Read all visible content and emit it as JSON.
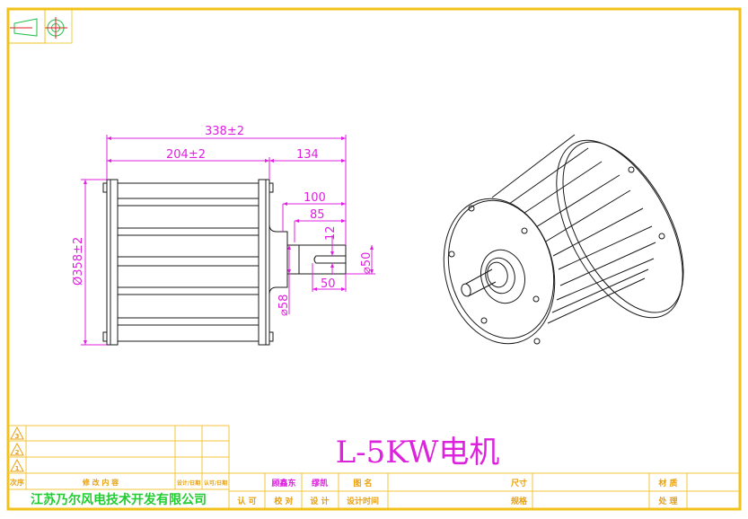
{
  "colors": {
    "frame": "#f2c21a",
    "grid": "#f0c53a",
    "dimension": "#e020e0",
    "outline": "#1a1a1a",
    "symbol_green": "#22c04a",
    "symbol_red": "#e02020",
    "company_green": "#22cc33",
    "label_orange": "#e8a010",
    "signature_magenta": "#dd22dd"
  },
  "projection_symbol": {
    "name": "first-angle-projection-symbol"
  },
  "drawing_title": "L-5KW电机",
  "side_view": {
    "dimensions": {
      "overall_length": "338±2",
      "body_length": "204±2",
      "shaft_extension": "134",
      "shaft_100": "100",
      "shaft_85": "85",
      "key_width": "12",
      "shaft_diameter": "⌀50",
      "key_length": "50",
      "hub_diameter": "⌀58",
      "outer_diameter": "Ø358±2"
    }
  },
  "title_block": {
    "revision_marks": [
      "3",
      "2",
      "1"
    ],
    "headers": {
      "seq": "次序",
      "content": "修 改 内 容",
      "design_date": "设计/日期",
      "approve_date": "认可/日期"
    },
    "company": "江苏乃尔风电技术开发有限公司",
    "row1": {
      "checker_name": "顾鑫东",
      "designer_name": "缪凯",
      "drawing_name_label": "图  名",
      "drawing_name_value": "",
      "size_label": "尺寸",
      "size_value": "",
      "material_label": "材  质",
      "material_value": ""
    },
    "row2": {
      "approve_label": "认  可",
      "check_label": "校  对",
      "design_label": "设  计",
      "design_time_label": "设计时间",
      "design_time_value": "",
      "spec_label": "规格",
      "spec_value": "",
      "treatment_label": "处  理",
      "treatment_value": ""
    }
  }
}
